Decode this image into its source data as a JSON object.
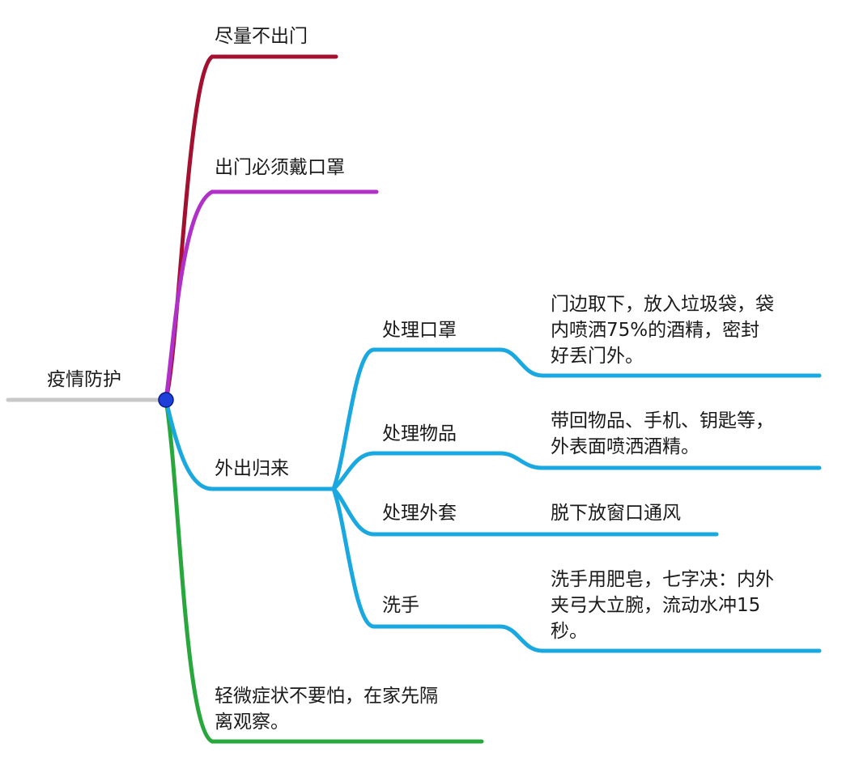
{
  "colors": {
    "root_line": "#c8c8c8",
    "branch_1": "#a31030",
    "branch_2": "#b030c8",
    "branch_3": "#1aa8e0",
    "branch_4": "#28a83c",
    "hub": "#1e3fd8"
  },
  "root": {
    "label": "疫情防护"
  },
  "branches": [
    {
      "label": "尽量不出门"
    },
    {
      "label": "出门必须戴口罩"
    },
    {
      "label": "外出归来",
      "children": [
        {
          "label": "处理口罩",
          "detail": [
            "门边取下，放入垃圾袋，袋",
            "内喷洒75%的酒精，密封",
            "好丢门外。"
          ]
        },
        {
          "label": "处理物品",
          "detail": [
            "带回物品、手机、钥匙等，",
            "外表面喷洒酒精。"
          ]
        },
        {
          "label": "处理外套",
          "detail": [
            "脱下放窗口通风"
          ]
        },
        {
          "label": "洗手",
          "detail": [
            "洗手用肥皂，七字决：内外",
            "夹弓大立腕，流动水冲15",
            "秒。"
          ]
        }
      ]
    },
    {
      "label": "轻微症状不要怕，在家先隔",
      "label_line2": "离观察。"
    }
  ]
}
